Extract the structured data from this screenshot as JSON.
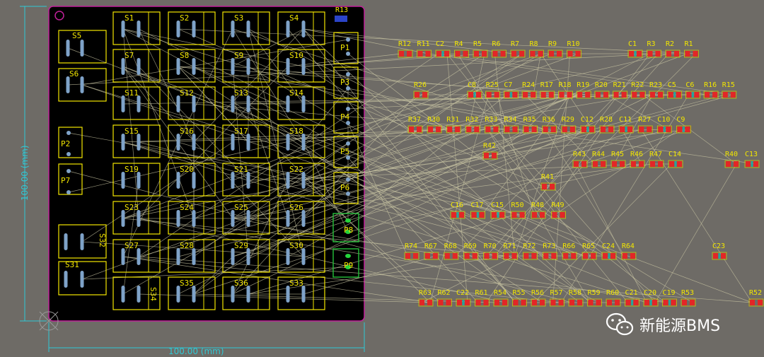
{
  "dimension": {
    "horizontal_label": "100.00 (mm)",
    "vertical_label": "100.00 (mm)"
  },
  "board": {
    "cells": [
      [
        "S1",
        "S2",
        "S3",
        "S4"
      ],
      [
        "S7",
        "S8",
        "S9",
        "S10"
      ],
      [
        "S11",
        "S12",
        "S13",
        "S14"
      ],
      [
        "S15",
        "S16",
        "S17",
        "S18"
      ],
      [
        "S19",
        "S20",
        "S21",
        "S22"
      ],
      [
        "S23",
        "S24",
        "S25",
        "S26"
      ],
      [
        "S27",
        "S28",
        "S29",
        "S30"
      ],
      [
        "S34",
        "S35",
        "S36",
        "S33"
      ]
    ],
    "left_parts": [
      "S5",
      "S6",
      "P2",
      "P7",
      "S32",
      "S31"
    ],
    "connectors": [
      "P1",
      "P3",
      "P4",
      "P5",
      "P6",
      "P8",
      "P9"
    ],
    "top_right_tag": "R13"
  },
  "component_rows": [
    [
      "R12",
      "R11",
      "C2",
      "R4",
      "R5",
      "R6",
      "R7",
      "R8",
      "R9",
      "R10"
    ],
    [
      "C1",
      "R3",
      "R2",
      "R1"
    ],
    [
      "R26"
    ],
    [
      "C8",
      "R25",
      "C7",
      "R24",
      "R17",
      "R18",
      "R19",
      "R20",
      "R21",
      "R22",
      "R23",
      "C5",
      "C6",
      "R16",
      "R15"
    ],
    [
      "R37",
      "R30",
      "R31",
      "R32",
      "R33",
      "R34",
      "R35",
      "R36",
      "R29",
      "C12",
      "R28",
      "C11",
      "R27",
      "C10",
      "C9"
    ],
    [
      "R42"
    ],
    [
      "R43",
      "R44",
      "R45",
      "R46",
      "R47",
      "C14"
    ],
    [
      "R40",
      "C13"
    ],
    [
      "R41"
    ],
    [
      "C16",
      "C17",
      "C15",
      "R50",
      "R48",
      "R49"
    ],
    [
      "R74",
      "R67",
      "R68",
      "R69",
      "R70",
      "R71",
      "R72",
      "R73",
      "R66",
      "R65",
      "C24",
      "R64"
    ],
    [
      "C23"
    ],
    [
      "R63",
      "R62",
      "C22",
      "R61",
      "R54",
      "R55",
      "R56",
      "R57",
      "R58",
      "R59",
      "R60",
      "C21",
      "C20",
      "C19",
      "R53"
    ],
    [
      "R52"
    ]
  ],
  "watermark": {
    "icon": "wechat-icon",
    "text": "新能源BMS"
  },
  "colors": {
    "background": "#6e6b66",
    "board": "#000000",
    "silkscreen": "#f2e600",
    "pad": "#e32626",
    "dimension": "#2fc9d6",
    "outline": "#c0209a",
    "ratsnest": "#c9c5a3"
  }
}
